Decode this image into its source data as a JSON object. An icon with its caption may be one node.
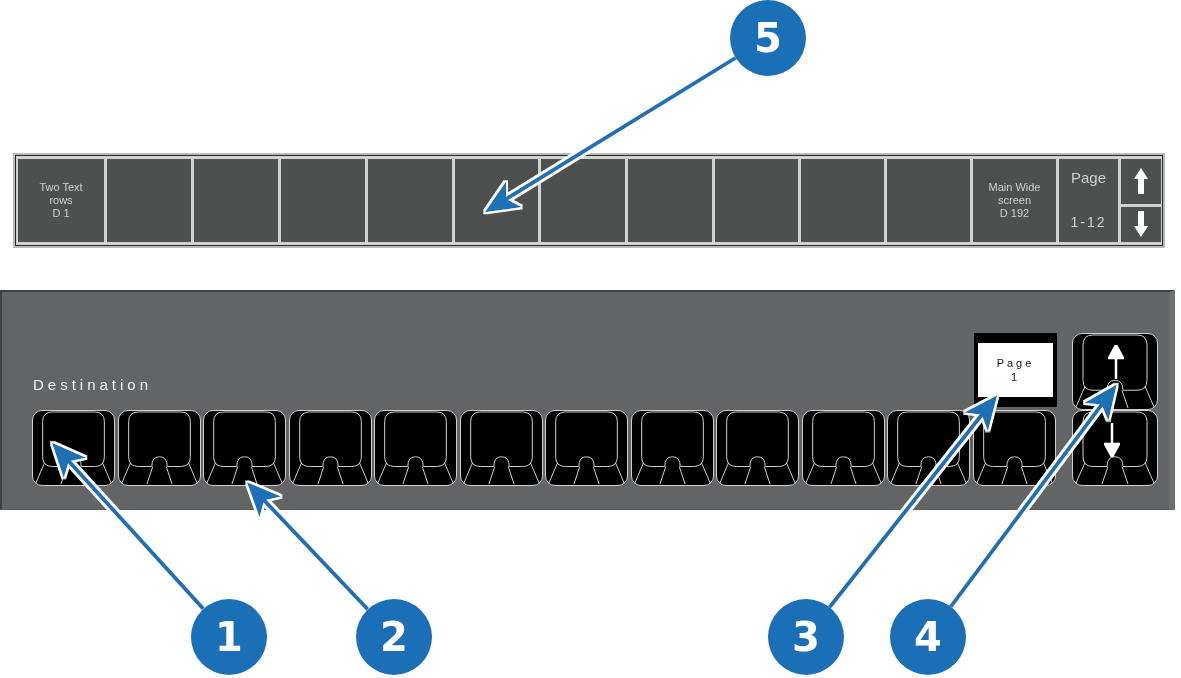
{
  "diagram": {
    "nodes": [
      {
        "text": [
          "5"
        ]
      },
      {
        "text": [],
        "shape": "box"
      },
      {
        "text": [
          "Two Text rows",
          "D 1"
        ],
        "in": 1
      },
      {
        "text": [],
        "shape": "box",
        "in": 1
      },
      {
        "text": [],
        "shape": "box",
        "in": 1
      },
      {
        "text": [],
        "shape": "box",
        "in": 1
      },
      {
        "text": [],
        "shape": "box",
        "in": 1
      },
      {
        "text": [],
        "shape": "box",
        "in": 1
      },
      {
        "text": [],
        "shape": "box",
        "in": 1
      },
      {
        "text": [],
        "shape": "box",
        "in": 1
      },
      {
        "text": [],
        "shape": "box",
        "in": 1
      },
      {
        "text": [],
        "shape": "box",
        "in": 1
      },
      {
        "text": [],
        "shape": "box",
        "in": 1
      },
      {
        "text": [
          "Main Wide screen",
          "D 192"
        ],
        "in": 1
      },
      {
        "text": [
          "Page",
          "1-12"
        ],
        "in": 1
      },
      {
        "text": [],
        "shape": "box",
        "in": 1
      },
      {
        "text": [],
        "shape": "box",
        "in": 1
      },
      {
        "text": [
          "Destination"
        ]
      },
      {
        "text": [],
        "shape": "box",
        "in": 17
      },
      {
        "text": [],
        "shape": "box",
        "in": 17
      },
      {
        "text": [],
        "shape": "box",
        "in": 17
      },
      {
        "text": [],
        "shape": "box",
        "in": 17
      },
      {
        "text": [],
        "shape": "box",
        "in": 17
      },
      {
        "text": [],
        "shape": "box",
        "in": 17
      },
      {
        "text": [],
        "shape": "box",
        "in": 17
      },
      {
        "text": [],
        "shape": "box",
        "in": 17
      },
      {
        "text": [],
        "shape": "box",
        "in": 17
      },
      {
        "text": [],
        "shape": "box",
        "in": 17
      },
      {
        "text": [],
        "shape": "box",
        "in": 17
      },
      {
        "text": [],
        "shape": "box",
        "in": 17
      },
      {
        "text": [
          "Page 1"
        ],
        "in": 17
      },
      {
        "text": [],
        "shape": "box",
        "in": 17
      },
      {
        "text": [],
        "shape": "box",
        "in": 17
      },
      {
        "text": [
          "1"
        ]
      },
      {
        "text": [
          "2"
        ]
      },
      {
        "text": [
          "3"
        ]
      },
      {
        "text": [
          "4"
        ]
      }
    ],
    "edges": [
      {
        "from": 0,
        "to": 7,
        "arrow": "to"
      },
      {
        "from": 33,
        "to": 18,
        "arrow": "to"
      },
      {
        "from": 34,
        "to": 20,
        "arrow": "to"
      },
      {
        "from": 35,
        "to": 30,
        "arrow": "to"
      },
      {
        "from": 36,
        "to": 31,
        "arrow": "to"
      }
    ]
  }
}
